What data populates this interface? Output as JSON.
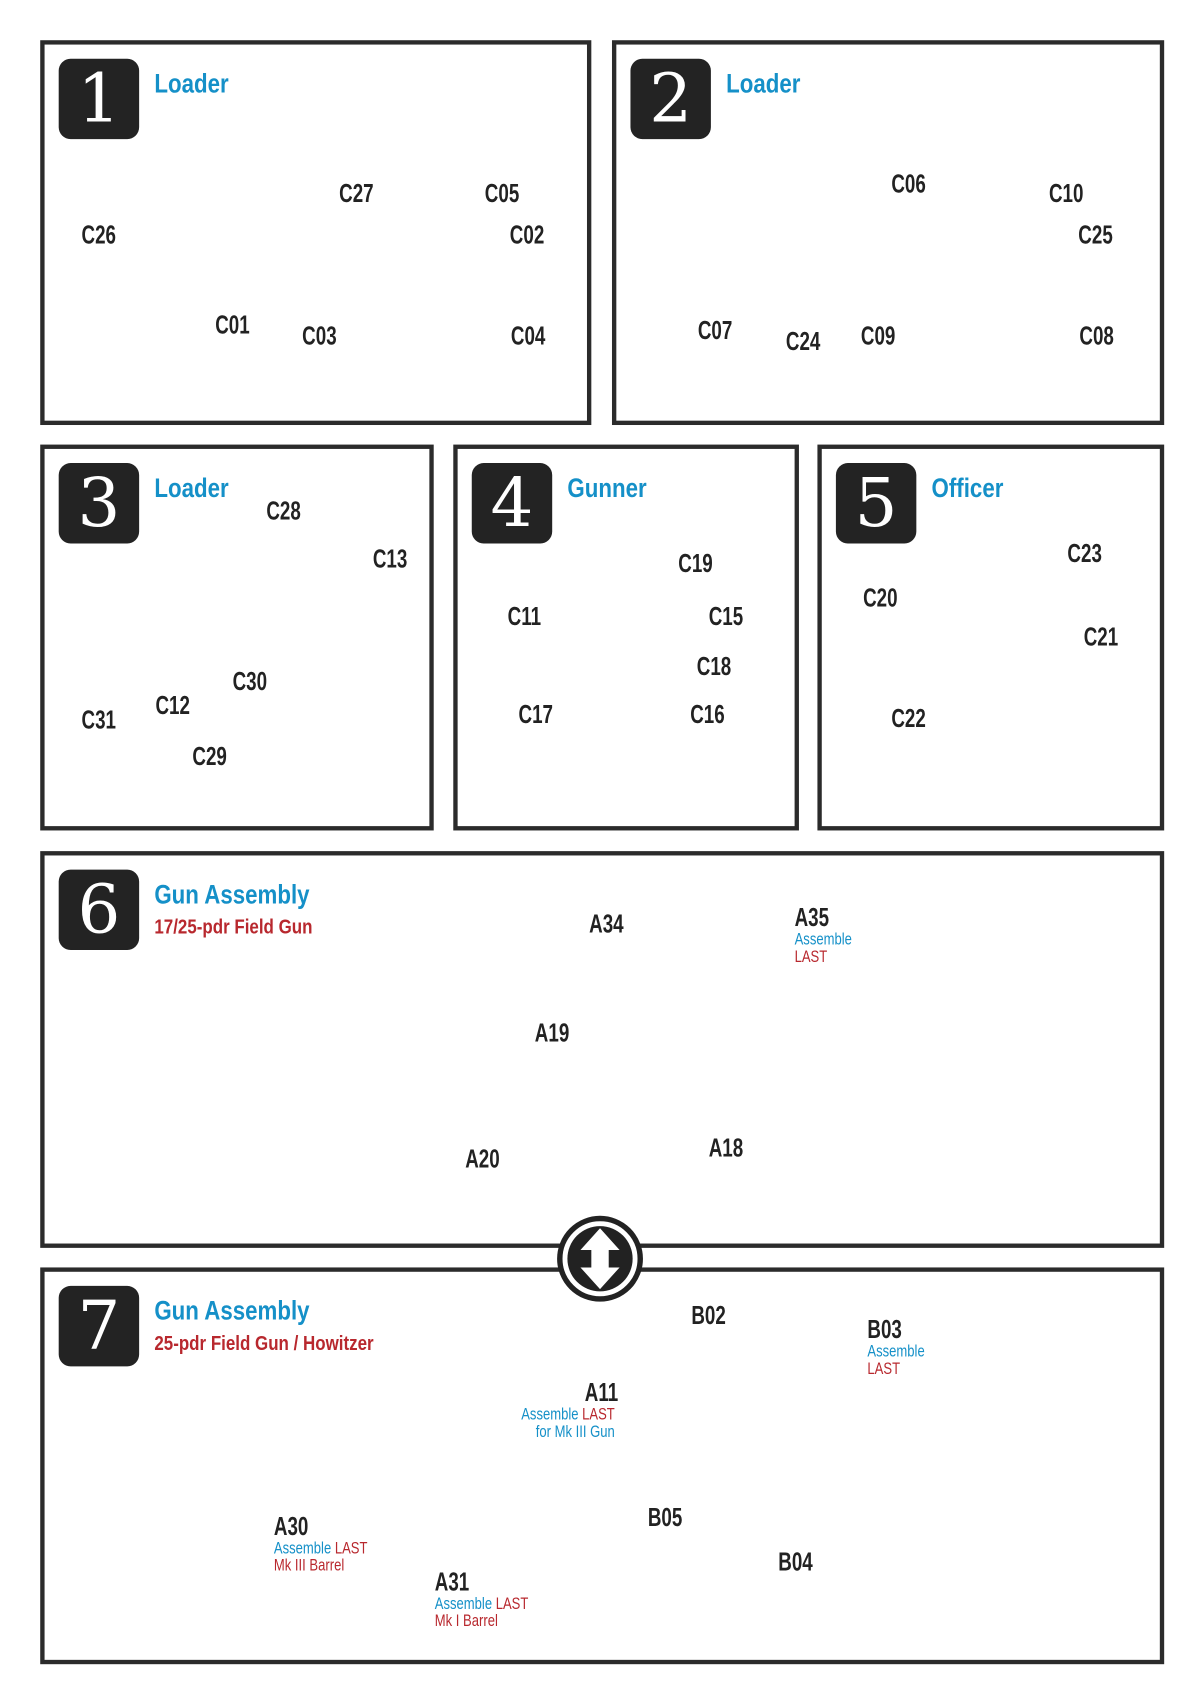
{
  "panels": [
    {
      "number": "1",
      "title": "Loader",
      "labels": [
        "C26",
        "C27",
        "C05",
        "C02",
        "C01",
        "C03",
        "C04"
      ]
    },
    {
      "number": "2",
      "title": "Loader",
      "labels": [
        "C06",
        "C10",
        "C25",
        "C07",
        "C24",
        "C09",
        "C08"
      ]
    },
    {
      "number": "3",
      "title": "Loader",
      "labels": [
        "C28",
        "C13",
        "C30",
        "C31",
        "C12",
        "C29"
      ]
    },
    {
      "number": "4",
      "title": "Gunner",
      "labels": [
        "C19",
        "C11",
        "C15",
        "C18",
        "C17",
        "C16"
      ]
    },
    {
      "number": "5",
      "title": "Officer",
      "labels": [
        "C23",
        "C20",
        "C21",
        "C22"
      ]
    },
    {
      "number": "6",
      "title": "Gun Assembly",
      "subtitle": "17/25-pdr Field Gun",
      "labels": [
        "A34",
        "A35",
        "A19",
        "A18",
        "A20"
      ],
      "notes": {
        "a35_line1": "Assemble",
        "a35_line2": "LAST"
      }
    },
    {
      "number": "7",
      "title": "Gun Assembly",
      "subtitle": "25-pdr Field Gun / Howitzer",
      "labels": [
        "B02",
        "B03",
        "A11",
        "B05",
        "B04",
        "A30",
        "A31"
      ],
      "notes": {
        "b03_line1": "Assemble",
        "b03_line2": "LAST",
        "a11_assemble": "Assemble",
        "a11_last": "LAST",
        "a11_line2": "for Mk III Gun",
        "a30_assemble": "Assemble",
        "a30_last": "LAST",
        "a30_line2": "Mk III Barrel",
        "a31_assemble": "Assemble",
        "a31_last": "LAST",
        "a31_line2": "Mk I Barrel"
      }
    }
  ],
  "colors": {
    "title": "#1590c8",
    "warning": "#b8282e",
    "border": "#2b2b2b"
  }
}
